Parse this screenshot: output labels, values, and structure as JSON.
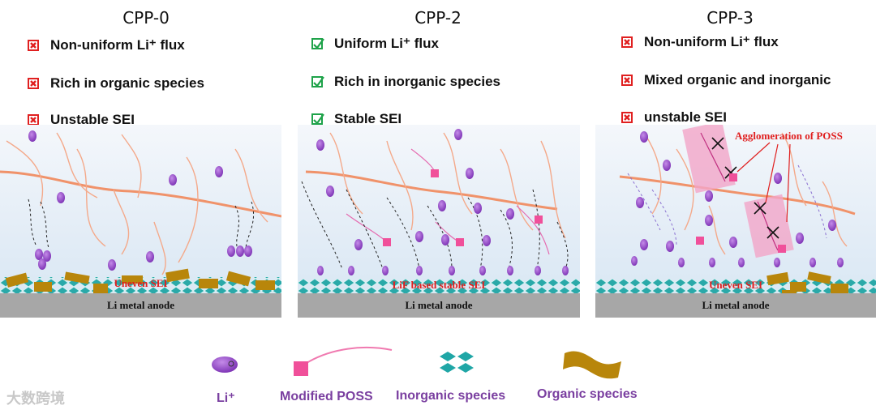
{
  "panels": [
    {
      "title": "CPP-0",
      "criteria": [
        {
          "status": "cross",
          "text": "Non-uniform Li⁺ flux"
        },
        {
          "status": "cross",
          "text": "Rich in organic species"
        },
        {
          "status": "cross",
          "text": "Unstable SEI"
        }
      ],
      "sei_label": "Uneven SEI",
      "anode_label": "Li metal anode"
    },
    {
      "title": "CPP-2",
      "criteria": [
        {
          "status": "check",
          "text": "Uniform Li⁺ flux"
        },
        {
          "status": "check",
          "text": "Rich in inorganic species"
        },
        {
          "status": "check",
          "text": "Stable SEI"
        }
      ],
      "sei_label": "LiF based stable SEI",
      "anode_label": "Li metal anode"
    },
    {
      "title": "CPP-3",
      "criteria": [
        {
          "status": "cross",
          "text": "Non-uniform Li⁺ flux"
        },
        {
          "status": "cross",
          "text": "Mixed organic and inorganic"
        },
        {
          "status": "cross",
          "text": "unstable SEI"
        }
      ],
      "sei_label": "Uneven SEI",
      "anode_label": "Li metal anode",
      "annotation": "Agglomeration of POSS"
    }
  ],
  "legend": {
    "li": "Li⁺",
    "poss": "Modified POSS",
    "inorganic": "Inorganic species",
    "organic": "Organic species"
  },
  "colors": {
    "cross": "#e02020",
    "check": "#1fa34a",
    "li_ion": "#8a3fc2",
    "poss": "#f0509a",
    "inorganic": "#1fa6a6",
    "organic": "#b8860b",
    "fiber": "#f0926a",
    "sei_text": "#e02020"
  },
  "watermark": "大数跨境"
}
